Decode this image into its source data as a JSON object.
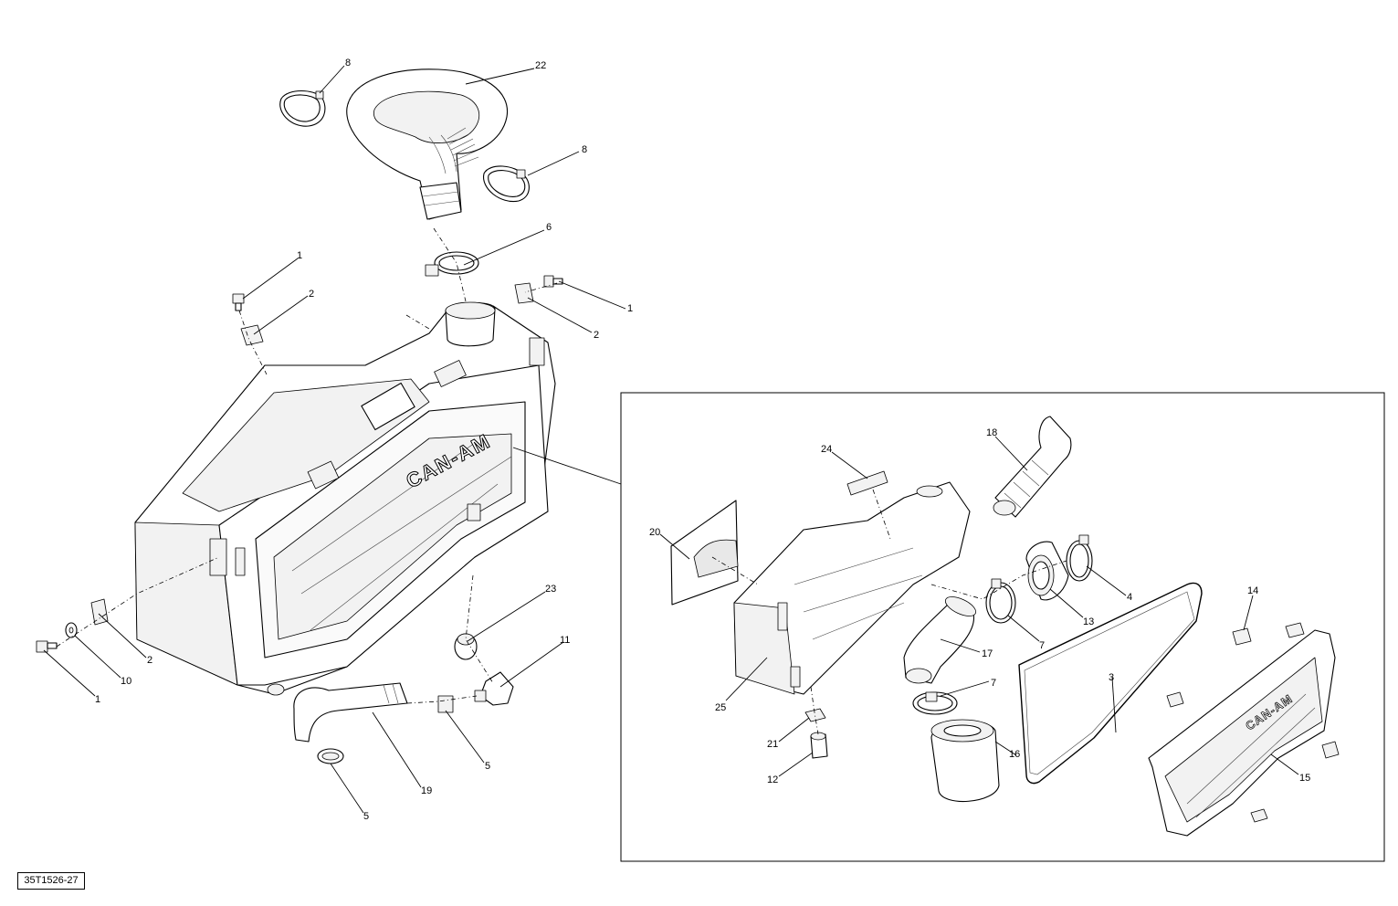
{
  "drawing_id": "35T1526-27",
  "callouts": {
    "top_hose": "22",
    "clamp_left_top": "8",
    "clamp_right_top": "8",
    "clamp_inlet": "6",
    "screw_top_left": "1",
    "clip_top_left": "2",
    "screw_top_right": "1",
    "clip_top_right": "2",
    "clip_bottom_left": "2",
    "washer_bottom_left": "10",
    "screw_bottom_left": "1",
    "grommet": "23",
    "elbow_fitting": "11",
    "clamp_drain_right": "5",
    "drain_hose": "19",
    "clamp_drain_left": "5",
    "detail_decal": "24",
    "detail_intake_tube": "18",
    "detail_foam": "20",
    "detail_clamp_right": "4",
    "detail_adapter": "13",
    "detail_clamp_upper": "7",
    "detail_filter_hose": "17",
    "detail_clamp_lower": "7",
    "detail_housing": "25",
    "detail_seal": "3",
    "detail_latch": "14",
    "detail_cover": "15",
    "detail_filter": "16",
    "detail_valve_clip": "21",
    "detail_valve": "12"
  },
  "labels": {
    "brand_main": "CAN-AM",
    "brand_cover": "CAN-AM"
  }
}
